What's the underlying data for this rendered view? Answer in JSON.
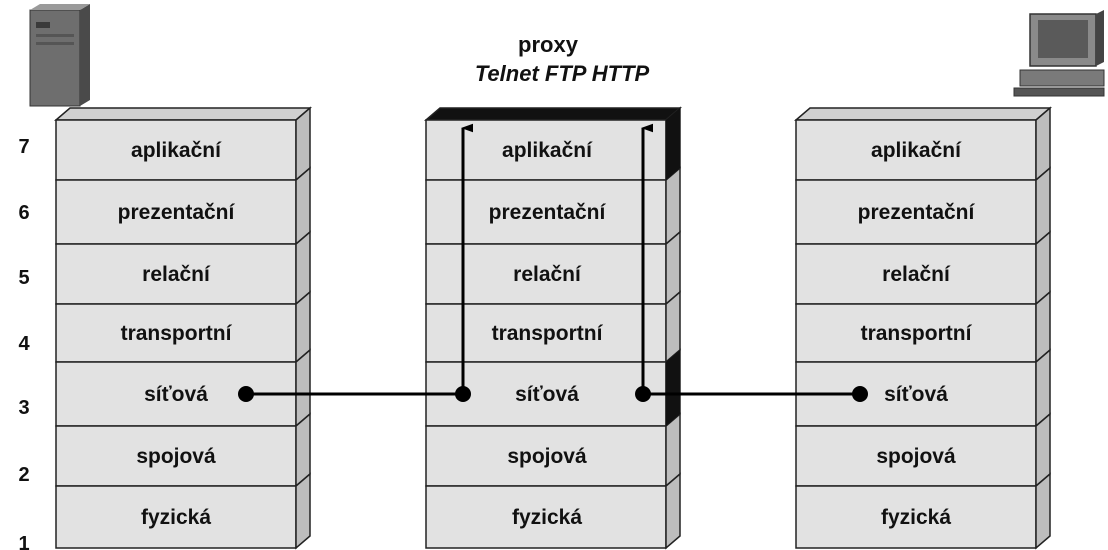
{
  "proxy": {
    "title": "proxy",
    "protocols": "Telnet FTP HTTP"
  },
  "layer_numbers": [
    "7",
    "6",
    "5",
    "4",
    "3",
    "2",
    "1"
  ],
  "stacks": [
    {
      "id": "left",
      "icon": "server-icon",
      "layers": [
        "aplikační",
        "prezentační",
        "relační",
        "transportní",
        "síťová",
        "spojová",
        "fyzická"
      ]
    },
    {
      "id": "middle",
      "icon": "none",
      "layers": [
        "aplikační",
        "prezentační",
        "relační",
        "transportní",
        "síťová",
        "spojová",
        "fyzická"
      ]
    },
    {
      "id": "right",
      "icon": "computer-icon",
      "layers": [
        "aplikační",
        "prezentační",
        "relační",
        "transportní",
        "síťová",
        "spojová",
        "fyzická"
      ]
    }
  ],
  "colors": {
    "layer_fill": "#e2e2e2",
    "layer_side": "#bdbdbd",
    "layer_top": "#d0d0d0",
    "outline": "#222222",
    "proxy_highlight": "#111111"
  }
}
